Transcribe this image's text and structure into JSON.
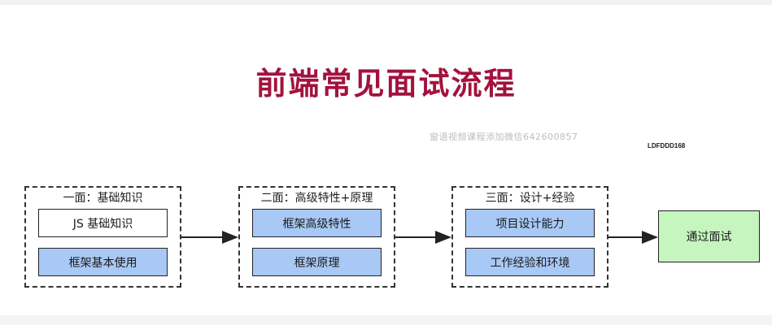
{
  "title": "前端常见面试流程",
  "watermark": "窗语视频课程添加微信642600857",
  "tag": "LDFDDD168",
  "stages": [
    {
      "label": "一面：基础知识",
      "items": [
        "JS 基础知识",
        "框架基本使用"
      ]
    },
    {
      "label": "二面：高级特性+原理",
      "items": [
        "框架高级特性",
        "框架原理"
      ]
    },
    {
      "label": "三面：设计+经验",
      "items": [
        "项目设计能力",
        "工作经验和环境"
      ]
    }
  ],
  "final": "通过面试",
  "colors": {
    "title": "#a3123f",
    "blue_box": "#a8c8f5",
    "green_box": "#c6f5c0"
  }
}
